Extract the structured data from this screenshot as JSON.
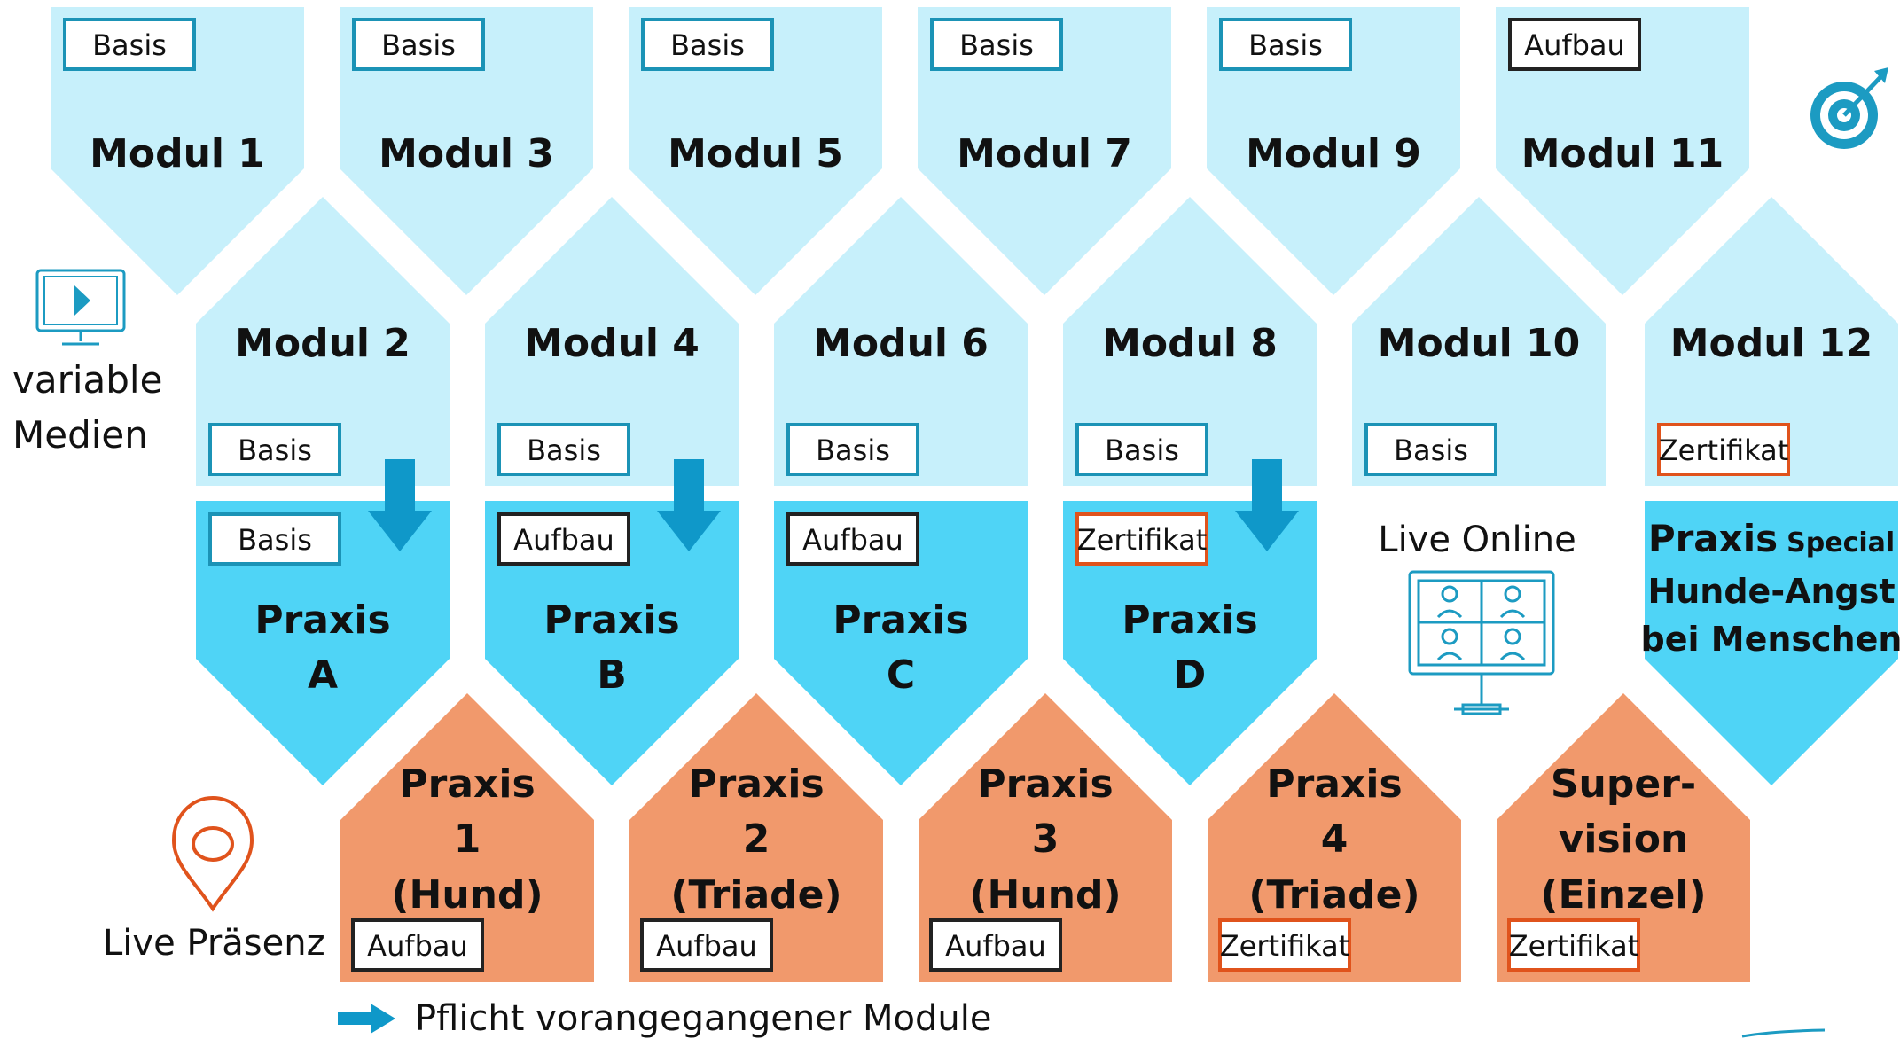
{
  "colors": {
    "light_blue": "#c7f0fb",
    "mid_blue": "#4fd4f6",
    "orange": "#f1996c",
    "box_blue_border": "#1b93b6",
    "box_dark_border": "#222222",
    "box_orange_border": "#e0531c",
    "arrow_blue": "#0f98c9"
  },
  "row1": [
    {
      "title": "Modul 1",
      "level": "Basis"
    },
    {
      "title": "Modul 3",
      "level": "Basis"
    },
    {
      "title": "Modul 5",
      "level": "Basis"
    },
    {
      "title": "Modul 7",
      "level": "Basis"
    },
    {
      "title": "Modul 9",
      "level": "Basis"
    },
    {
      "title": "Modul 11",
      "level": "Aufbau"
    }
  ],
  "row2": [
    {
      "title": "Modul 2",
      "level": "Basis"
    },
    {
      "title": "Modul 4",
      "level": "Basis"
    },
    {
      "title": "Modul 6",
      "level": "Basis"
    },
    {
      "title": "Modul 8",
      "level": "Basis"
    },
    {
      "title": "Modul 10",
      "level": "Basis"
    },
    {
      "title": "Modul 12",
      "level": "Zertifikat"
    }
  ],
  "row3": [
    {
      "line1": "Praxis",
      "line2": "A",
      "level": "Basis",
      "arrow": true
    },
    {
      "line1": "Praxis",
      "line2": "B",
      "level": "Aufbau",
      "arrow": true
    },
    {
      "line1": "Praxis",
      "line2": "C",
      "level": "Aufbau",
      "arrow": false
    },
    {
      "line1": "Praxis",
      "line2": "D",
      "level": "Zertifikat",
      "arrow": true
    }
  ],
  "special": {
    "line1": "Praxis",
    "line1_small": "Special",
    "line2": "Hunde-Angst",
    "line3": "bei Menschen"
  },
  "live_online": {
    "label": "Live Online",
    "icon": "video-conference-monitor-icon"
  },
  "row4": [
    {
      "lines": [
        "Praxis",
        "1",
        "(Hund)"
      ],
      "level": "Aufbau"
    },
    {
      "lines": [
        "Praxis",
        "2",
        "(Triade)"
      ],
      "level": "Aufbau"
    },
    {
      "lines": [
        "Praxis",
        "3",
        "(Hund)"
      ],
      "level": "Aufbau"
    },
    {
      "lines": [
        "Praxis",
        "4",
        "(Triade)"
      ],
      "level": "Zertifikat"
    },
    {
      "lines": [
        "Super-",
        "vision",
        "(Einzel)"
      ],
      "level": "Zertifikat"
    }
  ],
  "side": {
    "media_line1": "variable",
    "media_line2": "Medien",
    "media_icon": "monitor-play-icon",
    "presence_label": "Live Präsenz",
    "presence_icon": "location-pin-icon",
    "goal_icon": "target-arrow-icon"
  },
  "legend": {
    "text": "Pflicht vorangegangener Module",
    "icon": "arrow-right-icon"
  }
}
